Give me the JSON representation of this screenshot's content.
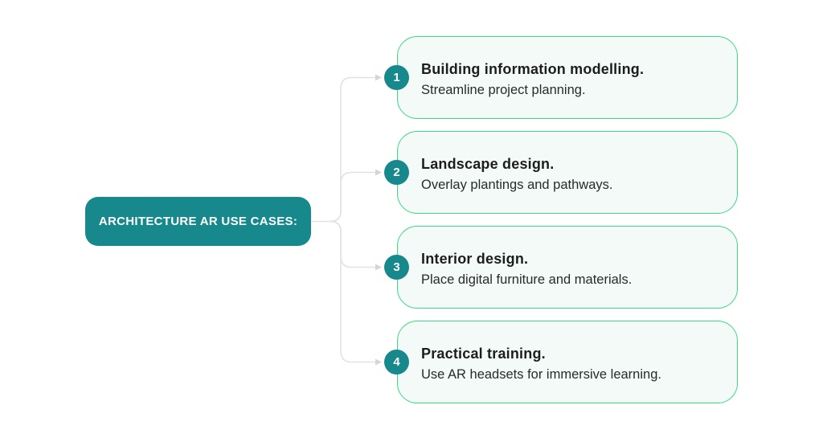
{
  "colors": {
    "teal": "#17898C",
    "card-border": "#3CDA81",
    "card-bg": "#F4FAF7",
    "title-text": "#1D1D1F",
    "desc-text": "#2A2A2C",
    "connector": "#E2E2E2",
    "arrow": "#D5D5D5",
    "node-text": "#FFFFFF"
  },
  "root_node": {
    "label": "ARCHITECTURE AR USE CASES:"
  },
  "cards": [
    {
      "number": "1",
      "title": "Building information modelling.",
      "description": "Streamline project planning."
    },
    {
      "number": "2",
      "title": "Landscape design.",
      "description": "Overlay plantings and pathways."
    },
    {
      "number": "3",
      "title": "Interior design.",
      "description": "Place digital furniture and materials."
    },
    {
      "number": "4",
      "title": "Practical training.",
      "description": "Use AR headsets for immersive learning."
    }
  ]
}
